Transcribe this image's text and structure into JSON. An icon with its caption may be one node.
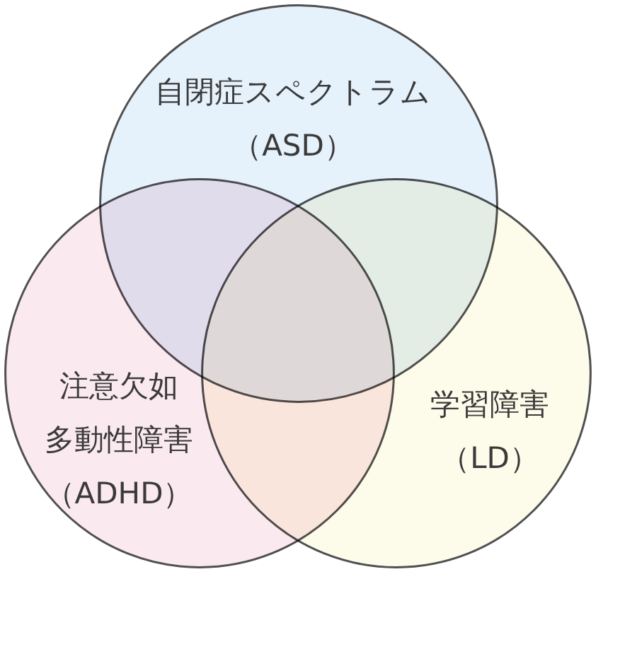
{
  "diagram": {
    "nodes": [
      {
        "text": [
          "自閉症スペクトラム（ASD）"
        ]
      },
      {
        "text": [
          "注意欠如多動性障害（ADHD）"
        ]
      },
      {
        "text": [
          "学習障害（LD）"
        ]
      }
    ]
  }
}
